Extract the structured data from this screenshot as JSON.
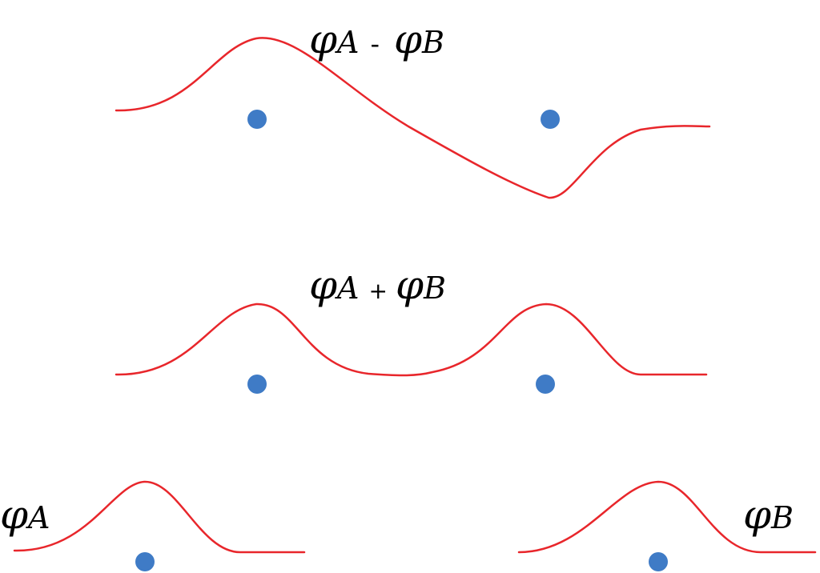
{
  "colors": {
    "wave": "#e8262b",
    "atom": "#3f7bc6",
    "text": "#000000"
  },
  "panels": {
    "antibonding": {
      "label_a": "φ",
      "sub_a": "A",
      "operator": "-",
      "label_b": "φ",
      "sub_b": "B"
    },
    "bonding": {
      "label_a": "φ",
      "sub_a": "A",
      "operator": "+",
      "label_b": "φ",
      "sub_b": "B"
    },
    "left_orbital": {
      "label": "φ",
      "sub": "A"
    },
    "right_orbital": {
      "label": "φ",
      "sub": "B"
    }
  }
}
